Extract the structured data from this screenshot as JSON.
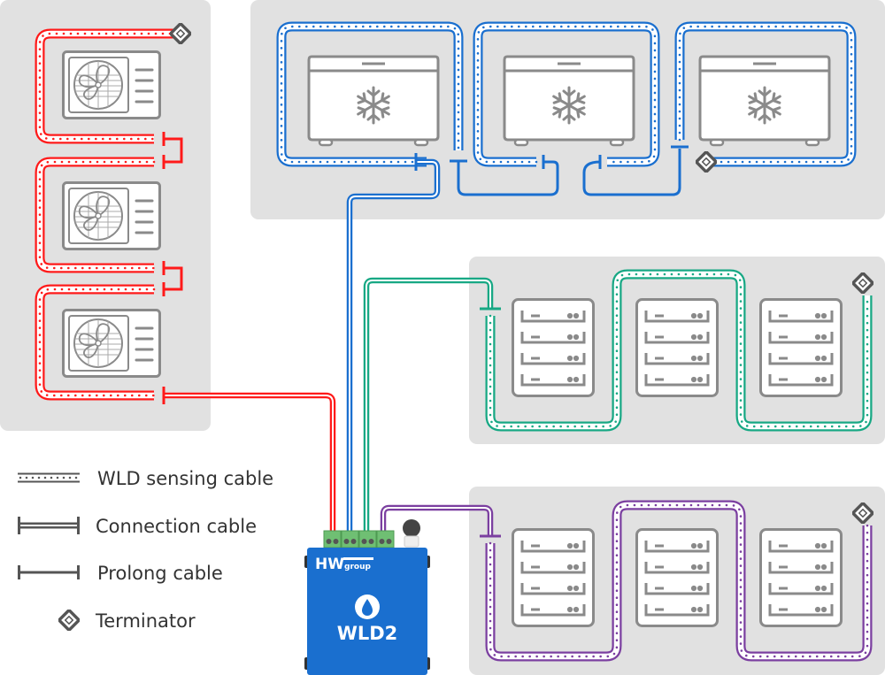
{
  "colors": {
    "panel": "#e1e1e1",
    "appliance": "#8a8a8a",
    "red": "#ff1a1a",
    "blue": "#1a6fcf",
    "green": "#17a884",
    "purple": "#7b3fa0",
    "device": "#1a6fcf",
    "terminal": "#6fbf73",
    "text": "#333333"
  },
  "zones": [
    {
      "name": "air-conditioners",
      "cable_color": "red",
      "units": [
        "ac-unit",
        "ac-unit",
        "ac-unit"
      ]
    },
    {
      "name": "freezers",
      "cable_color": "blue",
      "units": [
        "freezer",
        "freezer",
        "freezer"
      ]
    },
    {
      "name": "server-racks-1",
      "cable_color": "green",
      "units": [
        "server-rack",
        "server-rack",
        "server-rack"
      ]
    },
    {
      "name": "server-racks-2",
      "cable_color": "purple",
      "units": [
        "server-rack",
        "server-rack",
        "server-rack"
      ]
    }
  ],
  "device": {
    "brand": "HWgroup",
    "brand_hw": "HW",
    "brand_group": "group",
    "model": "WLD2",
    "icon": "water-drop-icon"
  },
  "legend": {
    "items": [
      {
        "label": "WLD sensing cable",
        "icon": "sensing-cable-icon"
      },
      {
        "label": "Connection cable",
        "icon": "connection-cable-icon"
      },
      {
        "label": "Prolong cable",
        "icon": "prolong-cable-icon"
      },
      {
        "label": "Terminator",
        "icon": "terminator-icon"
      }
    ]
  }
}
